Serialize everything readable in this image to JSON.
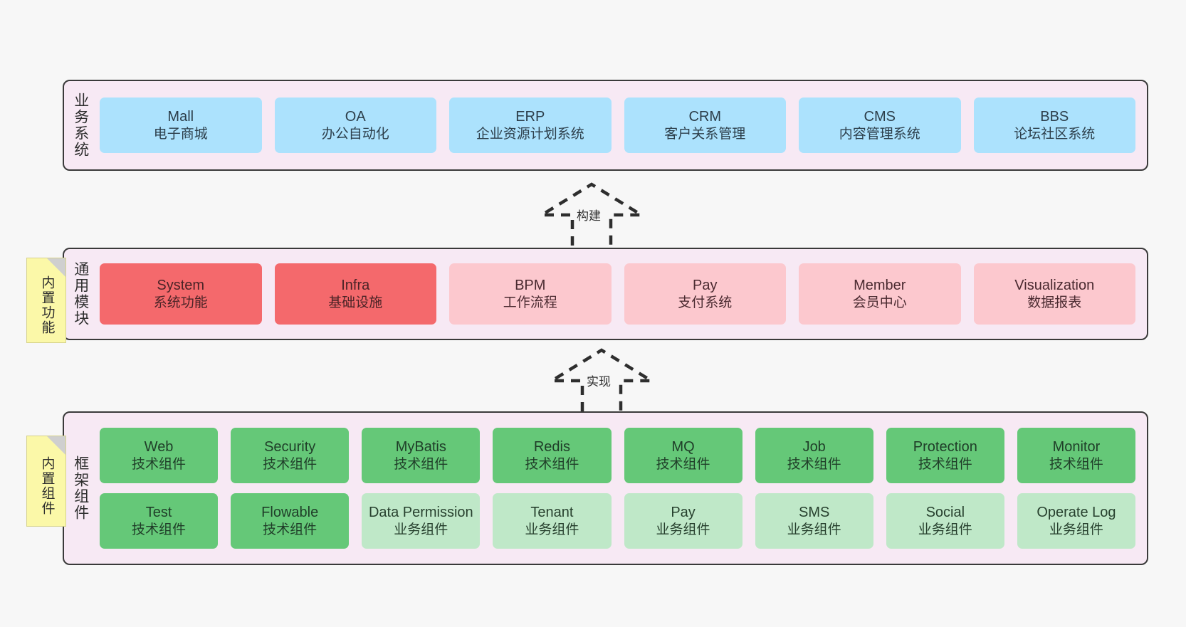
{
  "diagram": {
    "title_note_builtin_function": "内置功能",
    "title_note_builtin_component": "内置组件",
    "layers": [
      {
        "id": "business-system",
        "title": "业务系统",
        "rows": [
          {
            "style": "blue",
            "cards": [
              {
                "name": "Mall",
                "desc": "电子商城"
              },
              {
                "name": "OA",
                "desc": "办公自动化"
              },
              {
                "name": "ERP",
                "desc": "企业资源计划系统"
              },
              {
                "name": "CRM",
                "desc": "客户关系管理"
              },
              {
                "name": "CMS",
                "desc": "内容管理系统"
              },
              {
                "name": "BBS",
                "desc": "论坛社区系统"
              }
            ]
          }
        ]
      },
      {
        "id": "common-module",
        "title": "通用模块",
        "rows": [
          {
            "cards": [
              {
                "name": "System",
                "desc": "系统功能",
                "style": "red"
              },
              {
                "name": "Infra",
                "desc": "基础设施",
                "style": "red"
              },
              {
                "name": "BPM",
                "desc": "工作流程",
                "style": "pink"
              },
              {
                "name": "Pay",
                "desc": "支付系统",
                "style": "pink"
              },
              {
                "name": "Member",
                "desc": "会员中心",
                "style": "pink"
              },
              {
                "name": "Visualization",
                "desc": "数据报表",
                "style": "pink"
              }
            ]
          }
        ]
      },
      {
        "id": "framework-component",
        "title": "框架组件",
        "rows": [
          {
            "cards": [
              {
                "name": "Web",
                "desc": "技术组件",
                "style": "green"
              },
              {
                "name": "Security",
                "desc": "技术组件",
                "style": "green"
              },
              {
                "name": "MyBatis",
                "desc": "技术组件",
                "style": "green"
              },
              {
                "name": "Redis",
                "desc": "技术组件",
                "style": "green"
              },
              {
                "name": "MQ",
                "desc": "技术组件",
                "style": "green"
              },
              {
                "name": "Job",
                "desc": "技术组件",
                "style": "green"
              },
              {
                "name": "Protection",
                "desc": "技术组件",
                "style": "green"
              },
              {
                "name": "Monitor",
                "desc": "技术组件",
                "style": "green"
              }
            ]
          },
          {
            "cards": [
              {
                "name": "Test",
                "desc": "技术组件",
                "style": "green"
              },
              {
                "name": "Flowable",
                "desc": "技术组件",
                "style": "green"
              },
              {
                "name": "Data Permission",
                "desc": "业务组件",
                "style": "lightgreen"
              },
              {
                "name": "Tenant",
                "desc": "业务组件",
                "style": "lightgreen"
              },
              {
                "name": "Pay",
                "desc": "业务组件",
                "style": "lightgreen"
              },
              {
                "name": "SMS",
                "desc": "业务组件",
                "style": "lightgreen"
              },
              {
                "name": "Social",
                "desc": "业务组件",
                "style": "lightgreen"
              },
              {
                "name": "Operate Log",
                "desc": "业务组件",
                "style": "lightgreen"
              }
            ]
          }
        ]
      }
    ],
    "connectors": [
      {
        "id": "build",
        "label": "构建"
      },
      {
        "id": "realize",
        "label": "实现"
      }
    ],
    "colors": {
      "panel_background": "#f7e9f4",
      "panel_border": "#3a3a3a",
      "blue": "#ace2fd",
      "red": "#f4696c",
      "pink": "#fcc8ce",
      "green": "#65c878",
      "light_green": "#bfe8c8",
      "note_yellow": "#fbf8a8",
      "canvas_background": "#f7f7f7"
    }
  }
}
